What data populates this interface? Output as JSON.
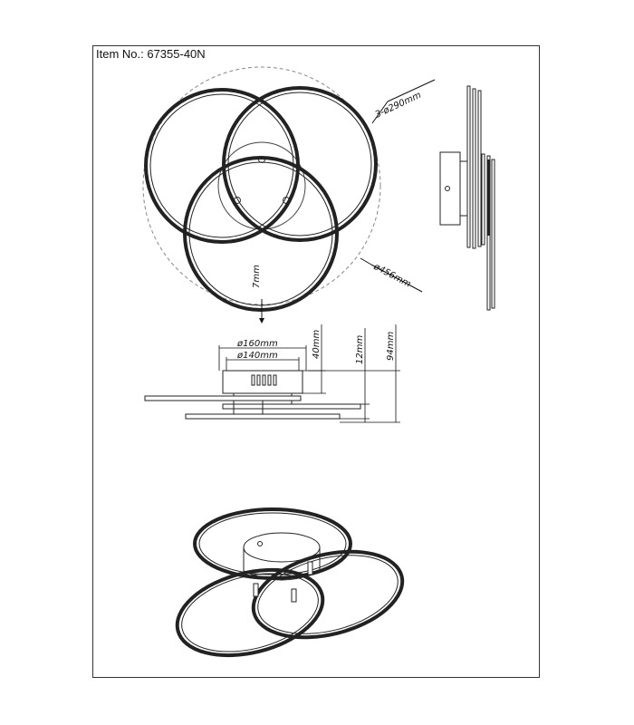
{
  "header": {
    "item_label": "Item No.: 67355-40N"
  },
  "dimensions": {
    "ring_diameter": "3-ø290mm",
    "outer_diameter": "ø456mm",
    "ring_width": "7mm",
    "canopy_diameter": "ø160mm",
    "plate_diameter": "ø140mm",
    "canopy_height": "40mm",
    "ring_gap": "12mm",
    "total_height": "94mm"
  }
}
